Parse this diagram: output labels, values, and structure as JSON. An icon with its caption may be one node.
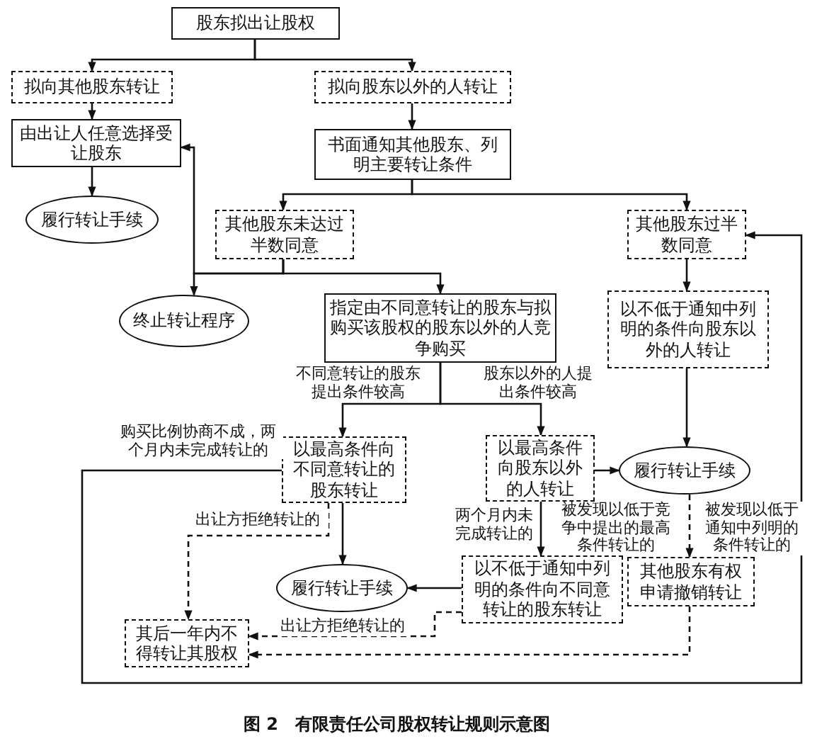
{
  "diagram": {
    "caption": "图 2　有限责任公司股权转让规则示意图",
    "nodes": [
      {
        "text": [
          "股东拟出让股权"
        ]
      },
      {
        "text": [
          "拟向其他股东转让"
        ]
      },
      {
        "text": [
          "拟向股东以外的人转让"
        ]
      },
      {
        "text": [
          "由出让人任意选择受让股东"
        ]
      },
      {
        "text": [
          "书面通知其他股东、列明主要转让条件"
        ]
      },
      {
        "text": [
          "履行转让手续"
        ]
      },
      {
        "text": [
          "其他股东未达过半数同意"
        ]
      },
      {
        "text": [
          "其他股东过半数同意"
        ]
      },
      {
        "text": [
          "终止转让程序"
        ]
      },
      {
        "text": [
          "指定由不同意转让的股东与拟购买该股权的股东以外的人竞争购买"
        ]
      },
      {
        "text": [
          "以不低于通知中列明的条件向股东以外的人转让"
        ]
      },
      {
        "text": [
          "以最高条件向不同意转让的股东转让"
        ]
      },
      {
        "text": [
          "以最高条件向股东以外的人转让"
        ]
      },
      {
        "text": [
          "履行转让手续"
        ]
      },
      {
        "text": [
          "履行转让手续"
        ]
      },
      {
        "text": [
          "其后一年内不得转让其股权"
        ]
      },
      {
        "text": [
          "以不低于通知中列明的条件向不同意转让的股东转让"
        ]
      },
      {
        "text": [
          "其他股东有权申请撤销转让"
        ]
      }
    ],
    "edges": [
      {
        "from": 0,
        "to": 1,
        "arrow": "to"
      },
      {
        "from": 0,
        "to": 2,
        "arrow": "to"
      },
      {
        "from": 1,
        "to": 3,
        "arrow": "to"
      },
      {
        "from": 2,
        "to": 4,
        "arrow": "to"
      },
      {
        "from": 3,
        "to": 5,
        "arrow": "to"
      },
      {
        "from": 4,
        "to": 6,
        "arrow": "to"
      },
      {
        "from": 4,
        "to": 7,
        "arrow": "to"
      },
      {
        "from": 6,
        "to": 3,
        "arrow": "to"
      },
      {
        "from": 6,
        "to": 8,
        "arrow": "to"
      },
      {
        "from": 6,
        "to": 9,
        "arrow": "to"
      },
      {
        "from": 7,
        "to": 10,
        "arrow": "to"
      },
      {
        "from": 9,
        "to": 11,
        "arrow": "to",
        "label": "不同意转让的股东提出条件较高"
      },
      {
        "from": 9,
        "to": 12,
        "arrow": "to",
        "label": "股东以外的人提出条件较高"
      },
      {
        "from": 10,
        "to": 13,
        "arrow": "to"
      },
      {
        "from": 11,
        "to": 14,
        "arrow": "to"
      },
      {
        "from": 12,
        "to": 13,
        "arrow": "to"
      },
      {
        "from": 12,
        "to": 16,
        "arrow": "to",
        "label": "两个月内未完成转让的"
      },
      {
        "from": 13,
        "to": 17,
        "arrow": "to",
        "style": "dashed",
        "label": "被发现以低于通知中列明的条件转让的"
      },
      {
        "from": 16,
        "to": 14,
        "arrow": "to"
      },
      {
        "from": 11,
        "to": 15,
        "arrow": "to",
        "style": "dashed",
        "label": "出让方拒绝转让的"
      },
      {
        "from": 16,
        "to": 15,
        "arrow": "to",
        "style": "dashed",
        "label": "出让方拒绝转让的"
      },
      {
        "from": 17,
        "to": 15,
        "arrow": "to",
        "style": "dashed"
      },
      {
        "from": 11,
        "to": 7,
        "arrow": "to",
        "label": "购买比例协商不成，两个月内未完成转让的"
      }
    ],
    "labels": [
      "被发现以低于竞争中提出的最高条件转让的"
    ]
  }
}
